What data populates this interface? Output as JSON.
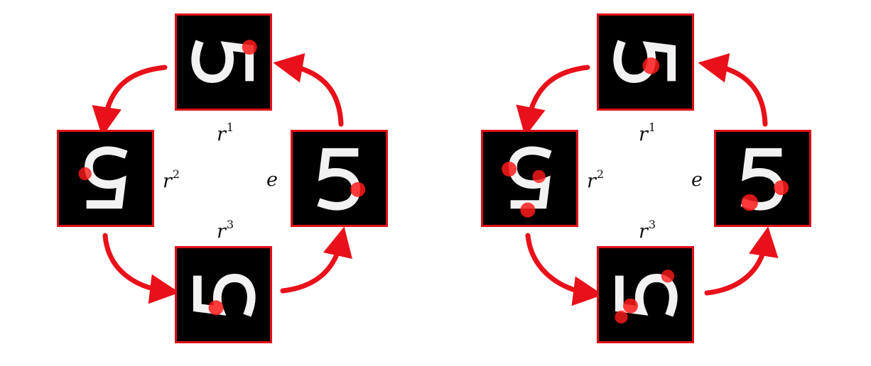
{
  "diagrams": [
    {
      "labels": {
        "r1": {
          "base": "r",
          "sup": "1"
        },
        "r2": {
          "base": "r",
          "sup": "2"
        },
        "r3": {
          "base": "r",
          "sup": "3"
        },
        "e": {
          "base": "e",
          "sup": ""
        }
      },
      "tiles": [
        "top",
        "left",
        "bottom",
        "right"
      ]
    },
    {
      "labels": {
        "r1": {
          "base": "r",
          "sup": "1"
        },
        "r2": {
          "base": "r",
          "sup": "2"
        },
        "r3": {
          "base": "r",
          "sup": "3"
        },
        "e": {
          "base": "e",
          "sup": ""
        }
      },
      "tiles": [
        "top",
        "left",
        "bottom",
        "right"
      ]
    }
  ],
  "colors": {
    "arrow": "#e8101a",
    "border": "#e0101a",
    "highlight": "#ff1a1a",
    "digit": "#f2f2f2"
  },
  "icons": {
    "arrows": "curved-arrow",
    "digit": "handwritten-5"
  }
}
